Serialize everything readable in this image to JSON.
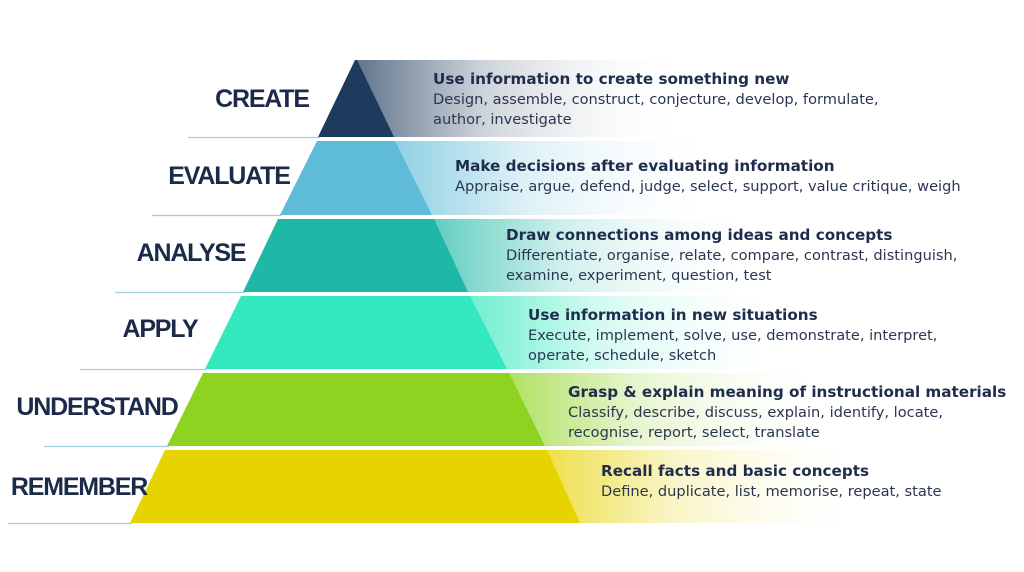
{
  "levels": [
    {
      "label": "CREATE",
      "color": "#1e3a5c",
      "title": "Use information to create something new",
      "lines": [
        "Design, assemble, construct, conjecture, develop, formulate,",
        "author, investigate"
      ]
    },
    {
      "label": "EVALUATE",
      "color": "#5fbcd8",
      "title": "Make decisions after evaluating information",
      "lines": [
        "Appraise, argue, defend, judge, select, support, value critique, weigh"
      ]
    },
    {
      "label": "ANALYSE",
      "color": "#1fb8a6",
      "title": "Draw connections among ideas and concepts",
      "lines": [
        "Differentiate, organise, relate, compare, contrast, distinguish,",
        "examine, experiment, question, test"
      ]
    },
    {
      "label": "APPLY",
      "color": "#33e8be",
      "title": "Use information in new situations",
      "lines": [
        "Execute, implement, solve, use, demonstrate, interpret,",
        "operate, schedule, sketch"
      ]
    },
    {
      "label": "UNDERSTAND",
      "color": "#8ed321",
      "title": "Grasp & explain meaning of instructional materials",
      "lines": [
        "Classify, describe, discuss, explain, identify, locate,",
        "recognise, report, select, translate"
      ]
    },
    {
      "label": "REMEMBER",
      "color": "#e6d300",
      "title": "Recall facts and basic concepts",
      "lines": [
        "Define, duplicate, list, memorise, repeat, state"
      ]
    }
  ],
  "colors": {
    "label_text": "#1c2a4a",
    "divider": "#9fcfdc"
  }
}
